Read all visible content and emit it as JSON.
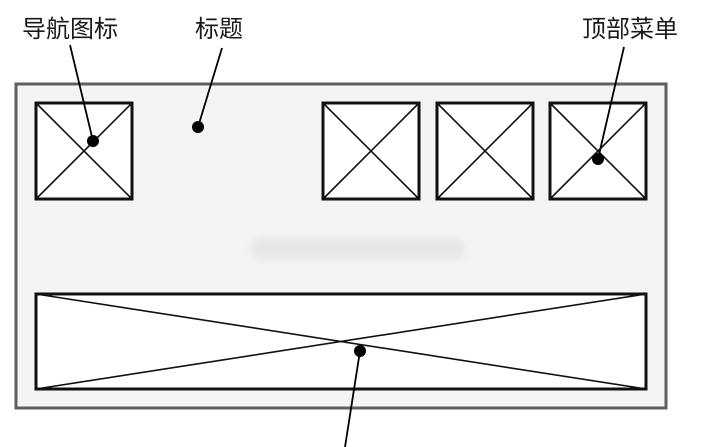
{
  "labels": {
    "nav_icon": "导航图标",
    "title": "标题",
    "top_menu": "顶部菜单"
  },
  "colors": {
    "frame_fill": "#f4f4f4",
    "frame_stroke": "#5f5f5f",
    "placeholder_stroke": "#111111",
    "placeholder_fill": "#ffffff",
    "pointer": "#000000"
  }
}
